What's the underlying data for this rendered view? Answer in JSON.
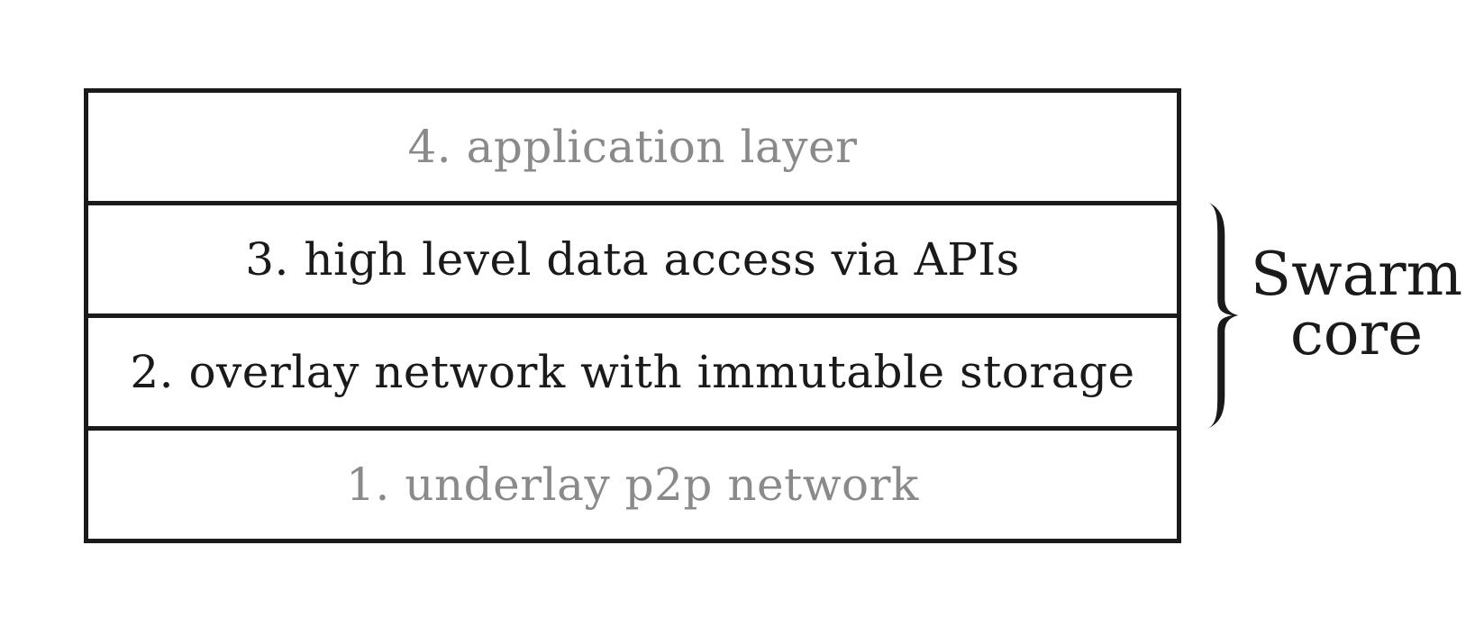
{
  "colors": {
    "ink": "#1a1a1a",
    "muted": "#8a8a8a",
    "background": "#ffffff"
  },
  "stack": {
    "layers": [
      {
        "label": "4. application layer",
        "emphasis": "muted"
      },
      {
        "label": "3. high level data access via APIs",
        "emphasis": "normal"
      },
      {
        "label": "2. overlay network with immutable storage",
        "emphasis": "normal"
      },
      {
        "label": "1. underlay p2p network",
        "emphasis": "muted"
      }
    ]
  },
  "brace": {
    "label_line1": "Swarm",
    "label_line2": "core"
  }
}
